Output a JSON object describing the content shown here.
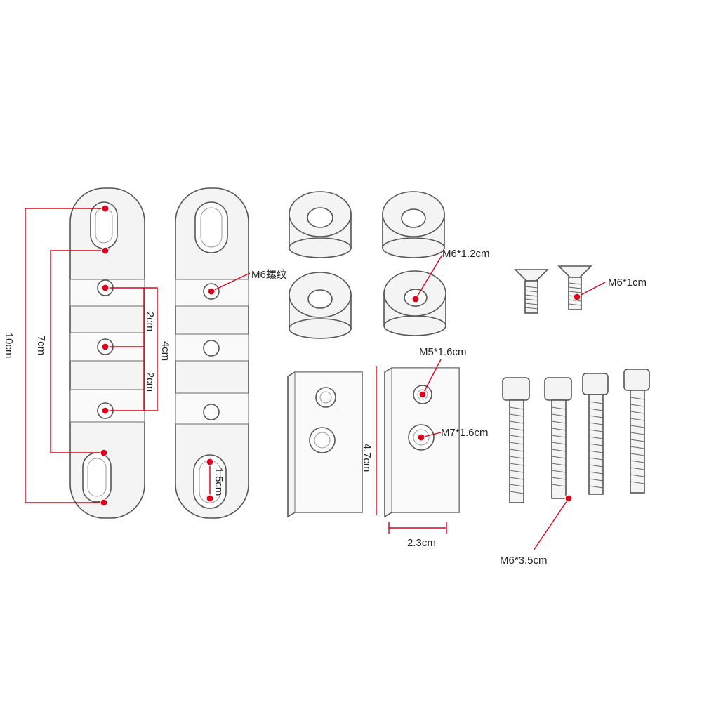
{
  "colors": {
    "annotation": "#e0001a",
    "outline": "#555555",
    "background": "#ffffff"
  },
  "labels": {
    "length_10cm": "10cm",
    "length_7cm": "7cm",
    "span_4cm": "4cm",
    "pitch_upper_2cm": "2cm",
    "pitch_lower_2cm": "2cm",
    "slot_1_5cm": "1.5cm",
    "thread_m6": "M6螺纹",
    "spacer_m6_1_2cm": "M6*1.2cm",
    "screw_m6_1cm": "M6*1cm",
    "nut_m5_1_6cm": "M5*1.6cm",
    "nut_m7_1_6cm": "M7*1.6cm",
    "block_4_7cm": "4.7cm",
    "block_2_3cm": "2.3cm",
    "bolt_m6_3_5cm": "M6*3.5cm"
  },
  "parts": {
    "brackets": 2,
    "spacers": 4,
    "flat_head_screws": 2,
    "nut_blocks": 2,
    "socket_bolts": 4
  }
}
